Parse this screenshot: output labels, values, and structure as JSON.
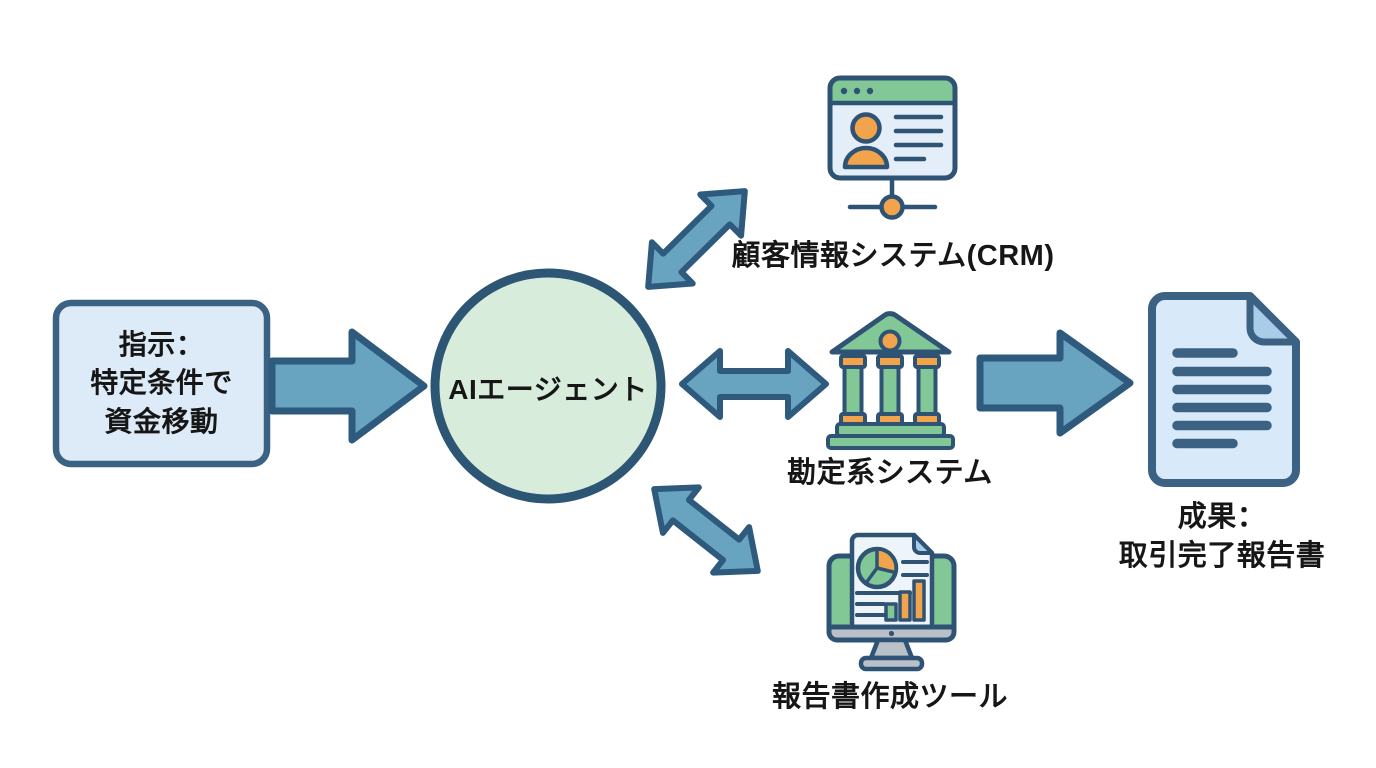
{
  "colors": {
    "background": "#ffffff",
    "arrow_fill": "#68a3bf",
    "arrow_stroke": "#2e5a7e",
    "box_fill": "#dcebf7",
    "box_stroke": "#3c6283",
    "circle_fill": "#d7ecdb",
    "circle_stroke": "#2d5574",
    "icon_outline": "#2f5375",
    "icon_green": "#82c796",
    "icon_orange": "#f2a44c",
    "icon_paper": "#e3eef8",
    "icon_paper_light": "#edf4fa",
    "icon_fold": "#a9cde9",
    "icon_gray": "#b9c0c7",
    "doc_fill": "#d8e9f9",
    "doc_stroke": "#3c6283",
    "text_color": "#161616"
  },
  "diagram": {
    "instruction_box": {
      "line1": "指示：",
      "line2": "特定条件で",
      "line3": "資金移動"
    },
    "agent": {
      "label": "AIエージェント"
    },
    "systems": [
      {
        "id": "crm",
        "icon": "crm-browser-window-icon",
        "label": "顧客情報システム(CRM)"
      },
      {
        "id": "core_banking",
        "icon": "bank-building-icon",
        "label": "勘定系システム"
      },
      {
        "id": "reporting",
        "icon": "report-monitor-icon",
        "label": "報告書作成ツール"
      }
    ],
    "result": {
      "icon": "document-icon",
      "line1": "成果：",
      "line2": "取引完了報告書"
    }
  }
}
